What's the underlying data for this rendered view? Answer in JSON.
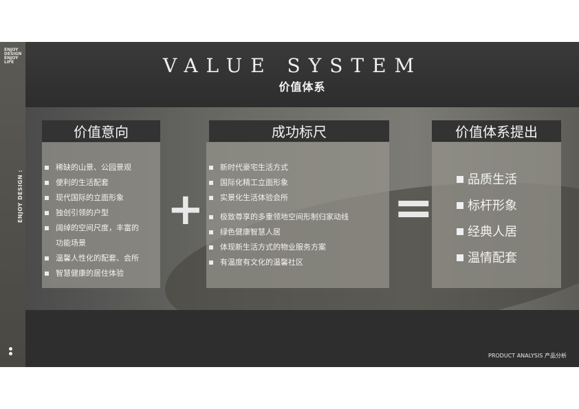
{
  "sidebar": {
    "brand_lines": [
      "ENJOY",
      "DESIGN",
      "ENJOY",
      "LIFE"
    ],
    "vertical_label": "ENJOY DESIGN :"
  },
  "header": {
    "title_en": "VALUE SYSTEM",
    "title_cn": "价值体系"
  },
  "columns": [
    {
      "heading": "价值意向",
      "items": [
        "稀缺的山景、公园景观",
        "便利的生活配套",
        "现代国际的立面形象",
        "独创引领的户型",
        "阔绰的空间尺度，丰富的",
        "功能场景",
        "温馨人性化的配套、会所",
        "智慧健康的居住体验"
      ]
    },
    {
      "heading": "成功标尺",
      "items": [
        "新时代豪宅生活方式",
        "国际化精工立面形象",
        "实景化生活体验会所",
        "极致尊享的多重领地空间形制归家动线",
        "绿色健康智慧人居",
        "体现新生活方式的物业服务方案",
        "有温度有文化的温馨社区"
      ]
    },
    {
      "heading": "价值体系提出",
      "items": [
        "品质生活",
        "标杆形象",
        "经典人居",
        "温情配套"
      ]
    }
  ],
  "operators": {
    "plus": "+",
    "equals": "="
  },
  "footer": {
    "text": "PRODUCT ANALYSIS 产品分析"
  }
}
